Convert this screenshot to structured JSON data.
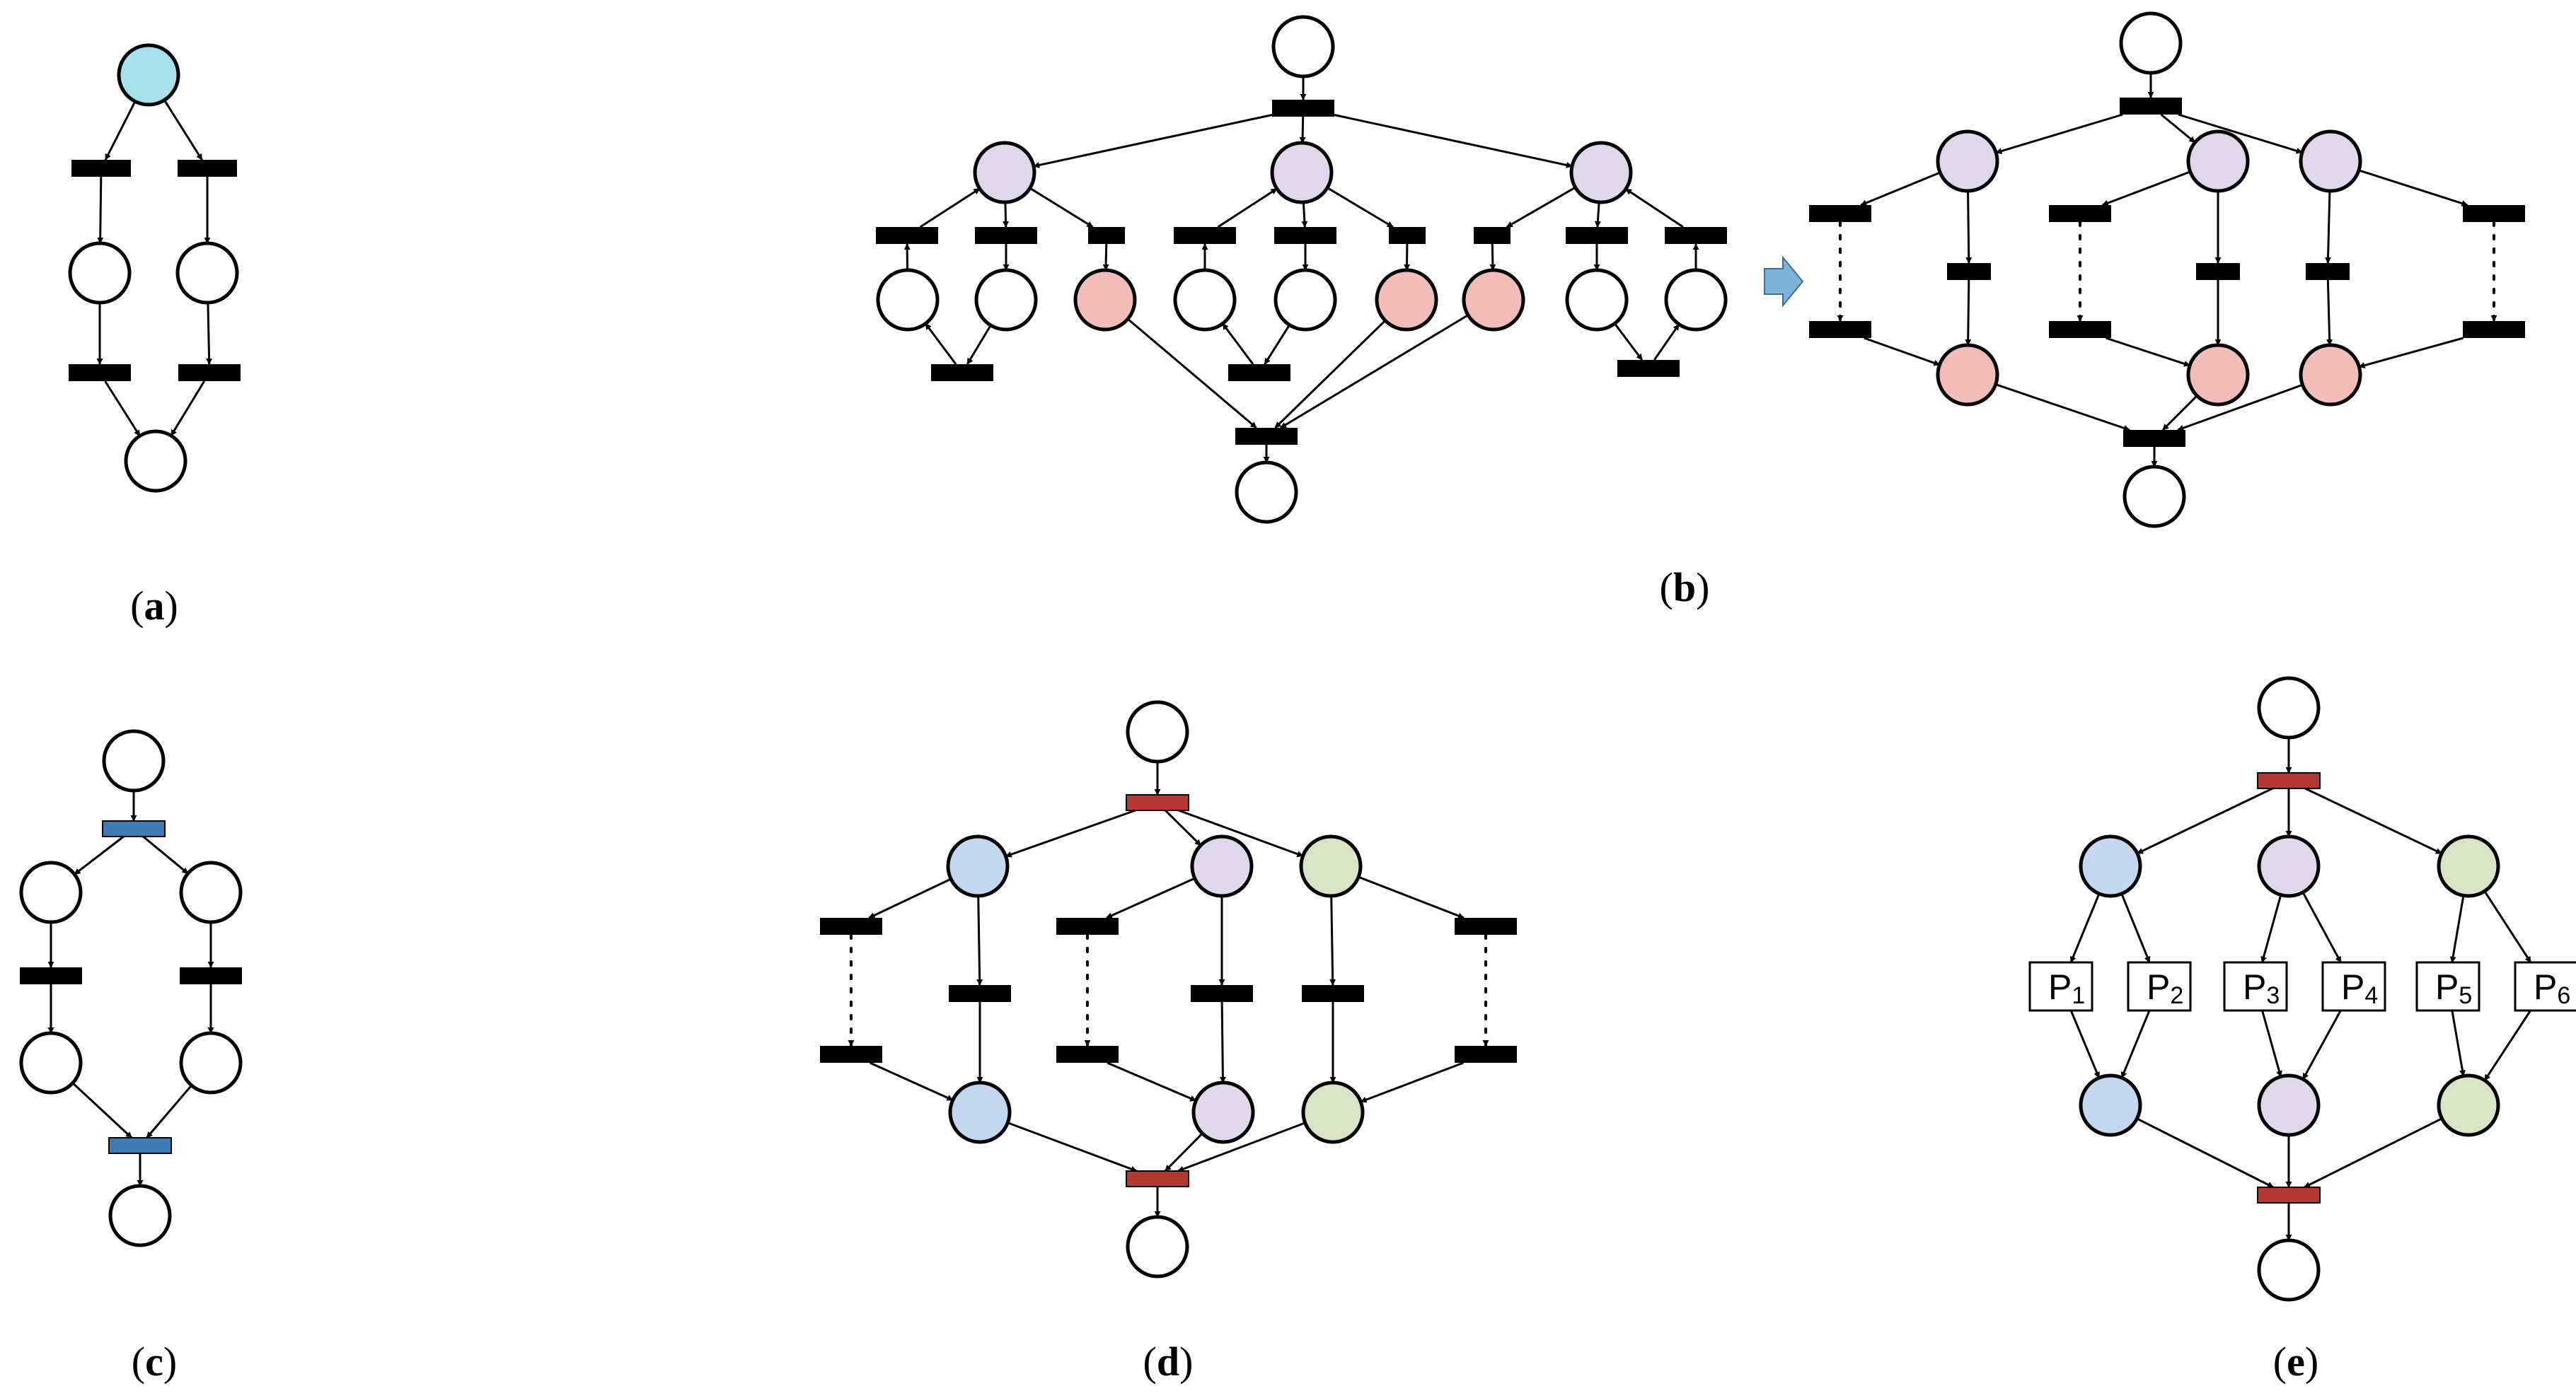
{
  "colors": {
    "stroke": "#000000",
    "place_empty": "#ffffff",
    "cyan": "#a6e0ea",
    "lavender": "#e0d8ea",
    "pink": "#f2bcb8",
    "blue": "#c3d7ef",
    "green": "#d7e5c6",
    "trans_black": "#000000",
    "trans_blue": "#3e7bb3",
    "trans_red": "#b23a32",
    "arrow_fill": "#7fb2d9"
  },
  "captions": {
    "a": "a",
    "b": "b",
    "c": "c",
    "d": "d",
    "e": "e"
  },
  "panel_e_labels": [
    {
      "letter": "P",
      "index": "1"
    },
    {
      "letter": "P",
      "index": "2"
    },
    {
      "letter": "P",
      "index": "3"
    },
    {
      "letter": "P",
      "index": "4"
    },
    {
      "letter": "P",
      "index": "5"
    },
    {
      "letter": "P",
      "index": "6"
    }
  ],
  "icons": {
    "transform_arrow": "right-arrow-icon"
  }
}
